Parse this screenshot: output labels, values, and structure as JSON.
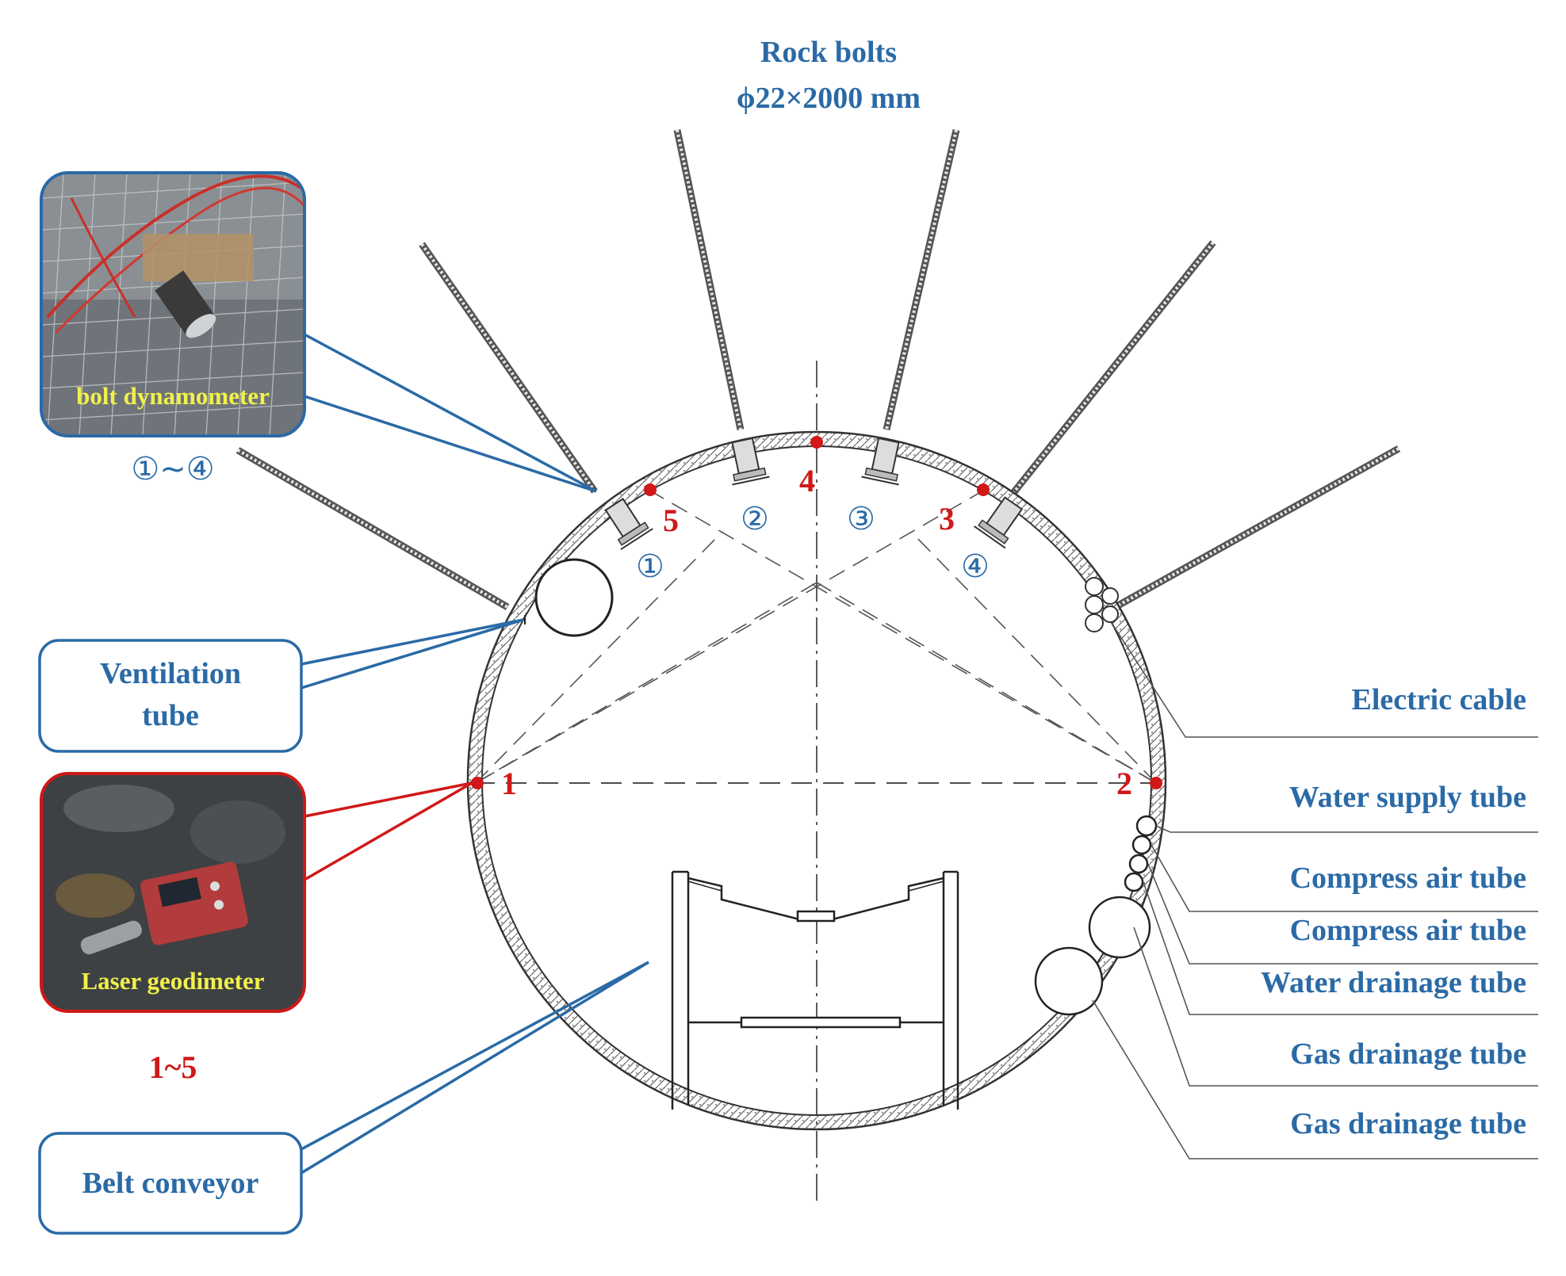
{
  "rock_bolts": {
    "line1": "Rock bolts",
    "line2": "ϕ22×2000 mm"
  },
  "callouts": {
    "dynamometer": {
      "photo_label": "bolt dynamometer",
      "range": "①~④"
    },
    "ventilation": {
      "line1": "Ventilation",
      "line2": "tube"
    },
    "geodimeter": {
      "photo_label": "Laser geodimeter",
      "range": "1~5"
    },
    "belt": {
      "label": "Belt conveyor"
    }
  },
  "pipes": [
    "Electric cable",
    "Water supply tube",
    "Compress air tube",
    "Compress air tube",
    "Water drainage tube",
    "Gas drainage tube",
    "Gas drainage tube"
  ],
  "points": [
    "1",
    "2",
    "3",
    "4",
    "5"
  ],
  "dynamometers": [
    "①",
    "②",
    "③",
    "④"
  ],
  "colors": {
    "accent_blue": "#2a6aa6",
    "accent_red": "#d01818",
    "photo_text": "#f1f14a"
  }
}
